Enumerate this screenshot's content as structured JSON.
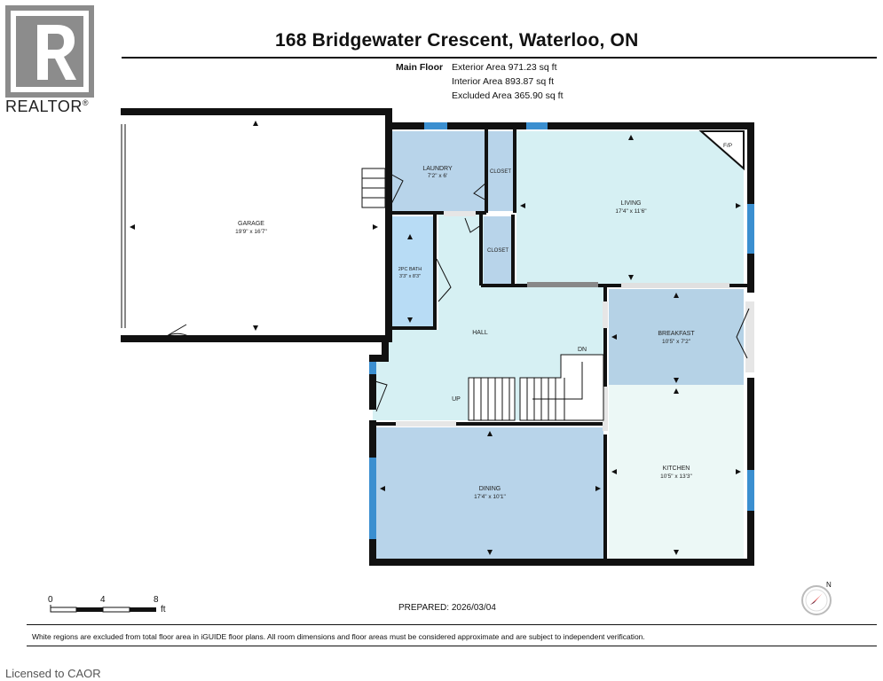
{
  "branding": {
    "logo_text": "REALTOR",
    "registered_mark": "®",
    "licensed_text": "Licensed to CAOR"
  },
  "header": {
    "address": "168 Bridgewater Crescent, Waterloo, ON",
    "floor_label": "Main Floor",
    "areas": [
      {
        "label": "Exterior Area",
        "value": "971.23 sq ft"
      },
      {
        "label": "Interior Area",
        "value": "893.87 sq ft"
      },
      {
        "label": "Excluded Area",
        "value": "365.90 sq ft"
      }
    ]
  },
  "rooms": {
    "garage": {
      "name": "GARAGE",
      "dims": "19'9\" x 16'7\""
    },
    "laundry": {
      "name": "LAUNDRY",
      "dims": "7'2\" x 6'"
    },
    "closet1": {
      "name": "CLOSET"
    },
    "closet2": {
      "name": "CLOSET"
    },
    "living": {
      "name": "LIVING",
      "dims": "17'4\" x 11'6\""
    },
    "fireplace": {
      "name": "F/P"
    },
    "bath": {
      "name": "2PC BATH",
      "dims": "3'3\" x 8'3\""
    },
    "hall": {
      "name": "HALL"
    },
    "up": {
      "name": "UP"
    },
    "dn": {
      "name": "DN"
    },
    "breakfast": {
      "name": "BREAKFAST",
      "dims": "10'5\" x 7'2\""
    },
    "kitchen": {
      "name": "KITCHEN",
      "dims": "10'5\" x 13'3\""
    },
    "dining": {
      "name": "DINING",
      "dims": "17'4\" x 10'1\""
    }
  },
  "scale": {
    "ticks": [
      "0",
      "4",
      "8"
    ],
    "unit": "ft"
  },
  "prepared": "PREPARED: 2026/03/04",
  "compass_label": "N",
  "disclaimer": "White regions are excluded from total floor area in iGUIDE floor plans. All room dimensions and floor areas must be considered approximate and are subject to independent verification.",
  "colors": {
    "wall": "#111111",
    "laundry": "#b8d4ea",
    "living": "#d6f0f3",
    "hall": "#d6f0f3",
    "bath": "#b8dcf5",
    "breakfast": "#b5d2e6",
    "kitchen": "#ecf8f6",
    "dining": "#b8d4ea",
    "window": "#3b8fd0",
    "logo": "#8c8c8c"
  }
}
